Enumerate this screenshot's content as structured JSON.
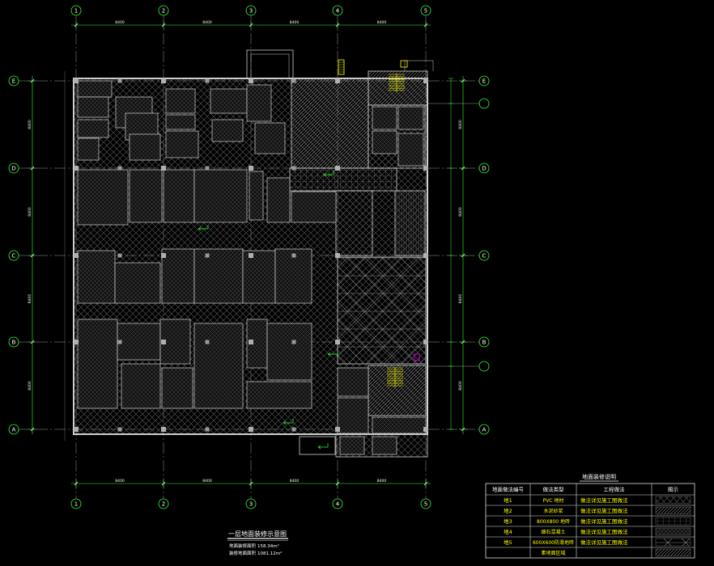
{
  "drawing": {
    "title": "一层地面装修示意图",
    "stats": [
      {
        "label": "地面装修面积",
        "value": "158.34m²"
      },
      {
        "label": "装修地面面积",
        "value": "1081.12m²"
      }
    ],
    "col_axes": [
      "1",
      "2",
      "3",
      "4",
      "5"
    ],
    "row_axes": [
      "E",
      "D",
      "C",
      "B",
      "A"
    ],
    "col_dims": [
      "8400",
      "8400",
      "8400",
      "8400"
    ],
    "row_dims": [
      "8400",
      "8400",
      "8400",
      "8400"
    ]
  },
  "legend": {
    "title": "地面装修说明",
    "headers": [
      "地面做法编号",
      "做法类型",
      "工程做法",
      "图示"
    ],
    "rows": [
      {
        "code": "地1",
        "type": "PVC 地材",
        "method": "做法详见施工图做法",
        "swatch": "crosshatch"
      },
      {
        "code": "地2",
        "type": "水泥砂浆",
        "method": "做法详见施工图做法",
        "swatch": "diagonal"
      },
      {
        "code": "地3",
        "type": "800X800 地砖",
        "method": "做法详见施工图做法",
        "swatch": "grid"
      },
      {
        "code": "地4",
        "type": "细石混凝土",
        "method": "做法详见施工图做法",
        "swatch": "fine-cross"
      },
      {
        "code": "地5",
        "type": "600X600防滑地砖",
        "method": "做法详见施工图做法",
        "swatch": "triangle"
      },
      {
        "code": "",
        "type": "素地面区域",
        "method": "",
        "swatch": "diagonal"
      }
    ]
  },
  "colors": {
    "background": "#000000",
    "axis": "#33ff33",
    "wall": "#d0d0d0",
    "stair": "#ffff00",
    "legend_text": "#ffff00",
    "label_text": "#ffffff",
    "marker": "#ff00ff"
  }
}
